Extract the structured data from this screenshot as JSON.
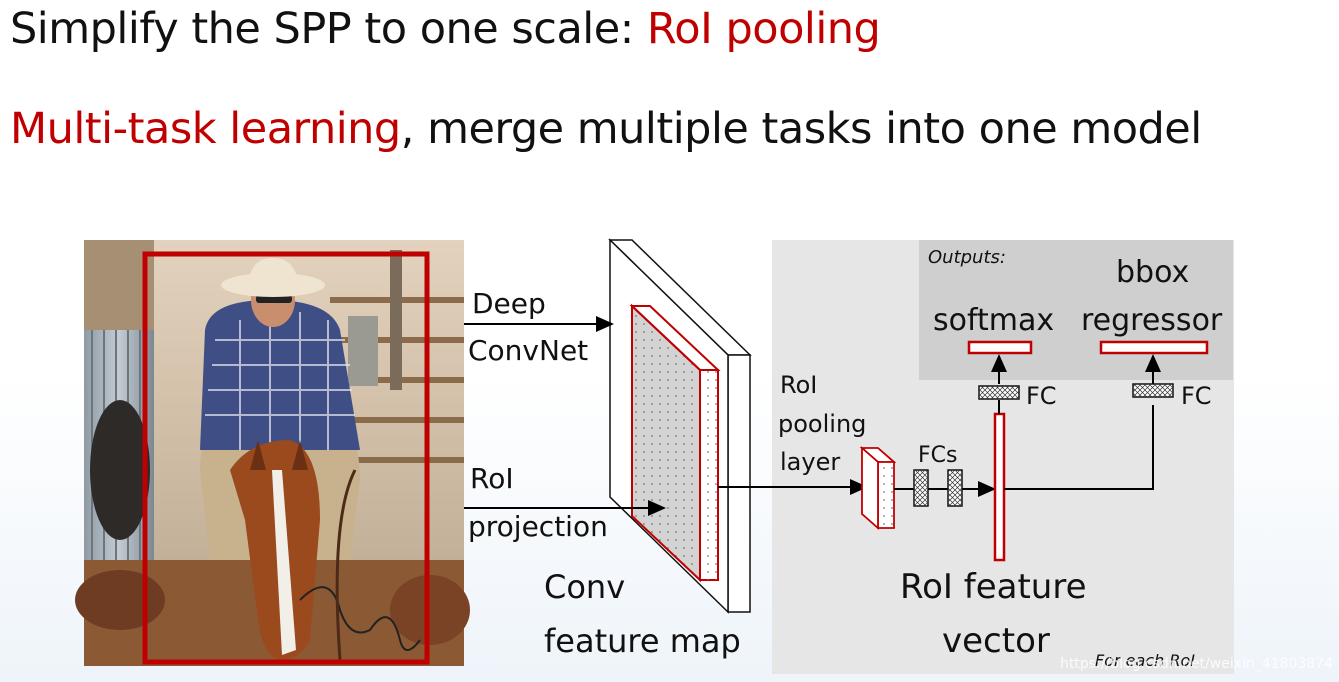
{
  "headline1": {
    "prefix": "Simplify the SPP to one scale: ",
    "highlight": "RoI pooling"
  },
  "headline2": {
    "highlight": "Multi-task learning",
    "suffix": ", merge multiple tasks into one model"
  },
  "diagram": {
    "deep_convnet": [
      "Deep",
      "ConvNet"
    ],
    "roi_projection": [
      "RoI",
      "projection"
    ],
    "conv_feature_map": [
      "Conv",
      "feature map"
    ],
    "roi_pooling_layer": [
      "RoI",
      "pooling",
      "layer"
    ],
    "fcs": "FCs",
    "outputs": "Outputs:",
    "softmax": "softmax",
    "bbox_regressor": [
      "bbox",
      "regressor"
    ],
    "fc_left": "FC",
    "fc_right": "FC",
    "roi_feature_vector": [
      "RoI feature",
      "vector"
    ],
    "for_each_roi": "For each RoI"
  },
  "watermark": "https://blog.csdn.net/weixin_41803874",
  "colors": {
    "accent_red": "#c00000",
    "panel_gray": "#e6e6e6",
    "outputs_gray": "#cfcfcf",
    "text": "#111111"
  }
}
